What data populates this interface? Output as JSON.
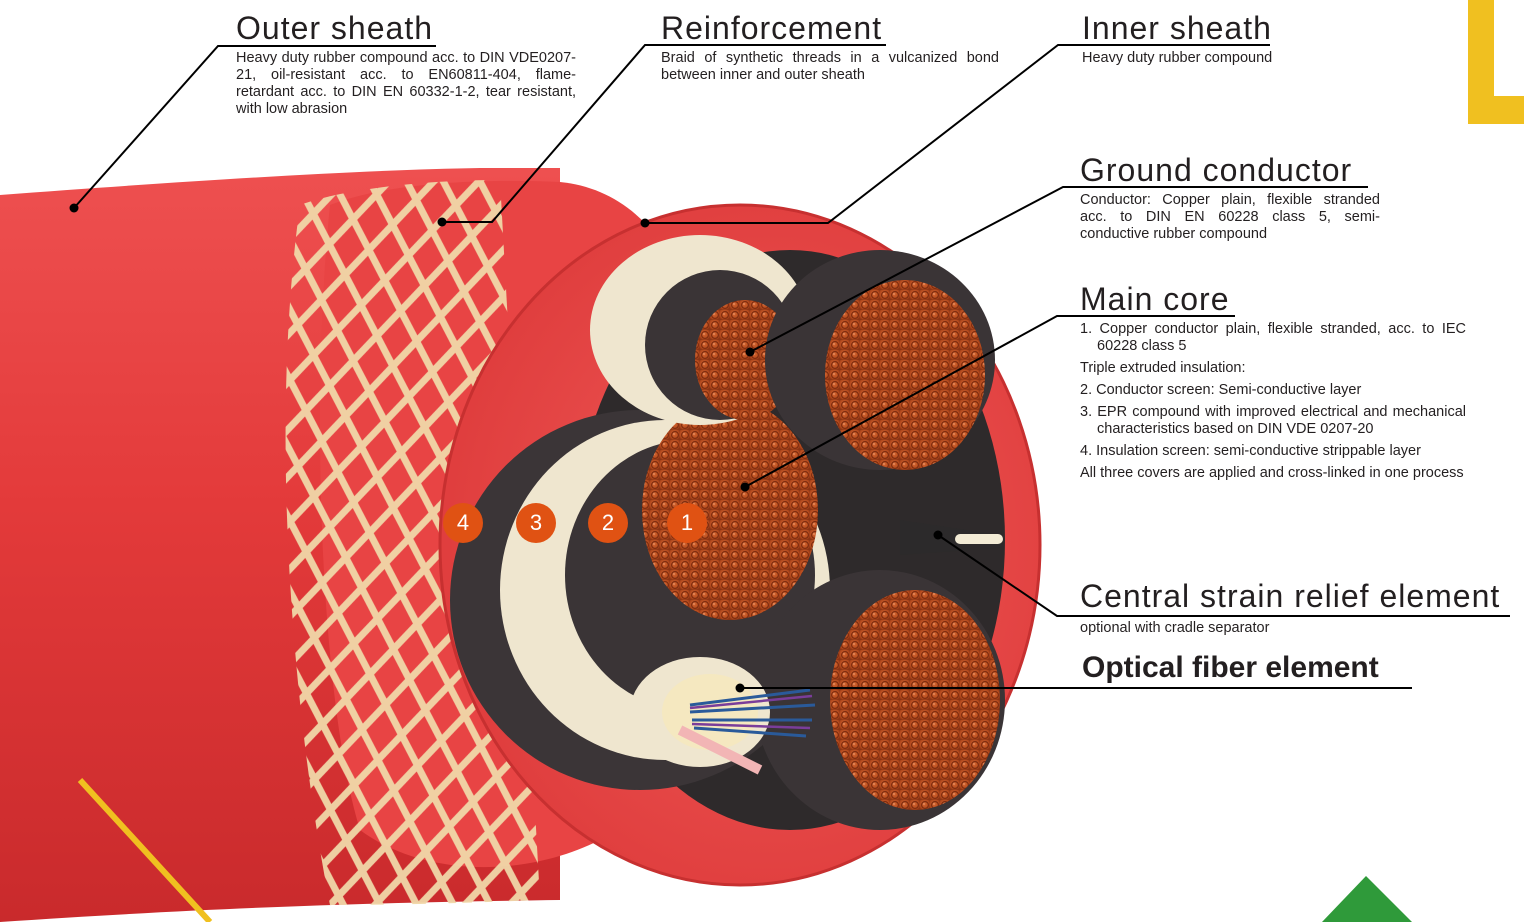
{
  "labels": {
    "outer_sheath": {
      "title": "Outer sheath",
      "desc": "Heavy duty rubber compound acc. to DIN VDE0207-21, oil-resistant acc. to EN60811-404, flame-retardant acc. to DIN EN 60332-1-2, tear resistant, with low abrasion"
    },
    "reinforcement": {
      "title": "Reinforcement",
      "desc": "Braid of synthetic threads in a vulcanized bond between inner and outer sheath"
    },
    "inner_sheath": {
      "title": "Inner sheath",
      "desc": "Heavy duty rubber compound"
    },
    "ground_conductor": {
      "title": "Ground conductor",
      "desc": "Conductor: Copper plain, flexible stranded acc. to DIN EN 60228 class 5, semi-conductive rubber compound"
    },
    "main_core": {
      "title": "Main core",
      "item1": "1. Copper conductor plain, flexible stranded, acc. to IEC 60228 class 5",
      "triple": "Triple extruded insulation:",
      "item2": "2. Conductor screen: Semi-conductive layer",
      "item3": "3. EPR compound with improved electrical and mechanical characteristics based on DIN VDE 0207-20",
      "item4": "4. Insulation screen: semi-conductive strippable layer",
      "note": "All three covers are applied and cross-linked in one process"
    },
    "central_strain": {
      "title": "Central strain relief element",
      "desc": "optional with cradle separator"
    },
    "optical_fiber": {
      "title": "Optical fiber element"
    }
  },
  "badges": [
    "4",
    "3",
    "2",
    "1"
  ],
  "colors": {
    "sheath_red": "#e33a3a",
    "braid": "#f0d7a8",
    "copper": "#b8461c",
    "insulation_dark": "#3a3436",
    "insulation_cream": "#efe6cf",
    "badge_orange": "#e05213",
    "accent_yellow": "#f0c020",
    "accent_green": "#2f9a3a"
  }
}
